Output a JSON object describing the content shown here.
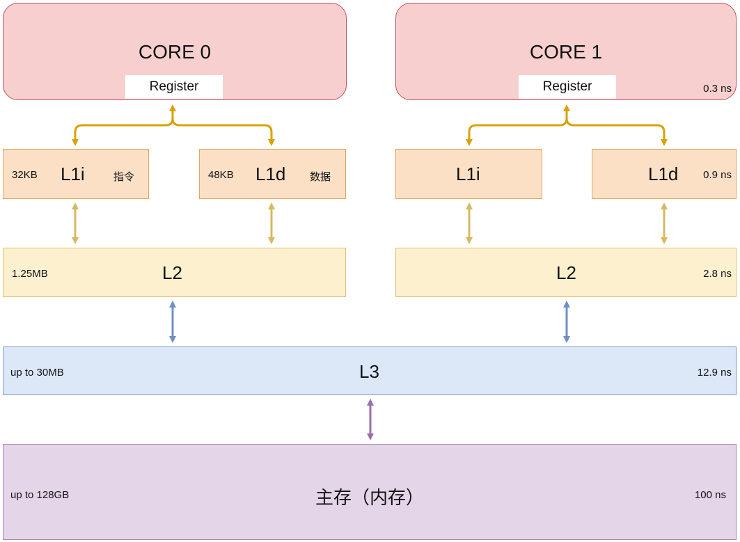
{
  "core0": {
    "title": "CORE 0",
    "register": "Register"
  },
  "core1": {
    "title": "CORE 1",
    "register": "Register",
    "latency": "0.3 ns"
  },
  "core0_l1i": {
    "label": "L1i",
    "size": "32KB",
    "note": "指令"
  },
  "core0_l1d": {
    "label": "L1d",
    "size": "48KB",
    "note": "数据"
  },
  "core1_l1i": {
    "label": "L1i"
  },
  "core1_l1d": {
    "label": "L1d",
    "latency": "0.9 ns"
  },
  "core0_l2": {
    "label": "L2",
    "size": "1.25MB"
  },
  "core1_l2": {
    "label": "L2",
    "latency": "2.8 ns"
  },
  "l3": {
    "label": "L3",
    "size": "up to 30MB",
    "latency": "12.9 ns"
  },
  "memory": {
    "label": "主存（内存）",
    "size": "up to 128GB",
    "latency": "100 ns"
  },
  "colors": {
    "core_fill": "#f7cfcf",
    "l1_fill": "#fce0c6",
    "l2_fill": "#fdf0cf",
    "l3_fill": "#dce8f8",
    "mem_fill": "#e5d5e8",
    "arrow_register": "#d9a200",
    "arrow_l1_l2": "#d8b860",
    "arrow_l2_l3": "#6f90c0",
    "arrow_l3_mem": "#9a70aa"
  }
}
